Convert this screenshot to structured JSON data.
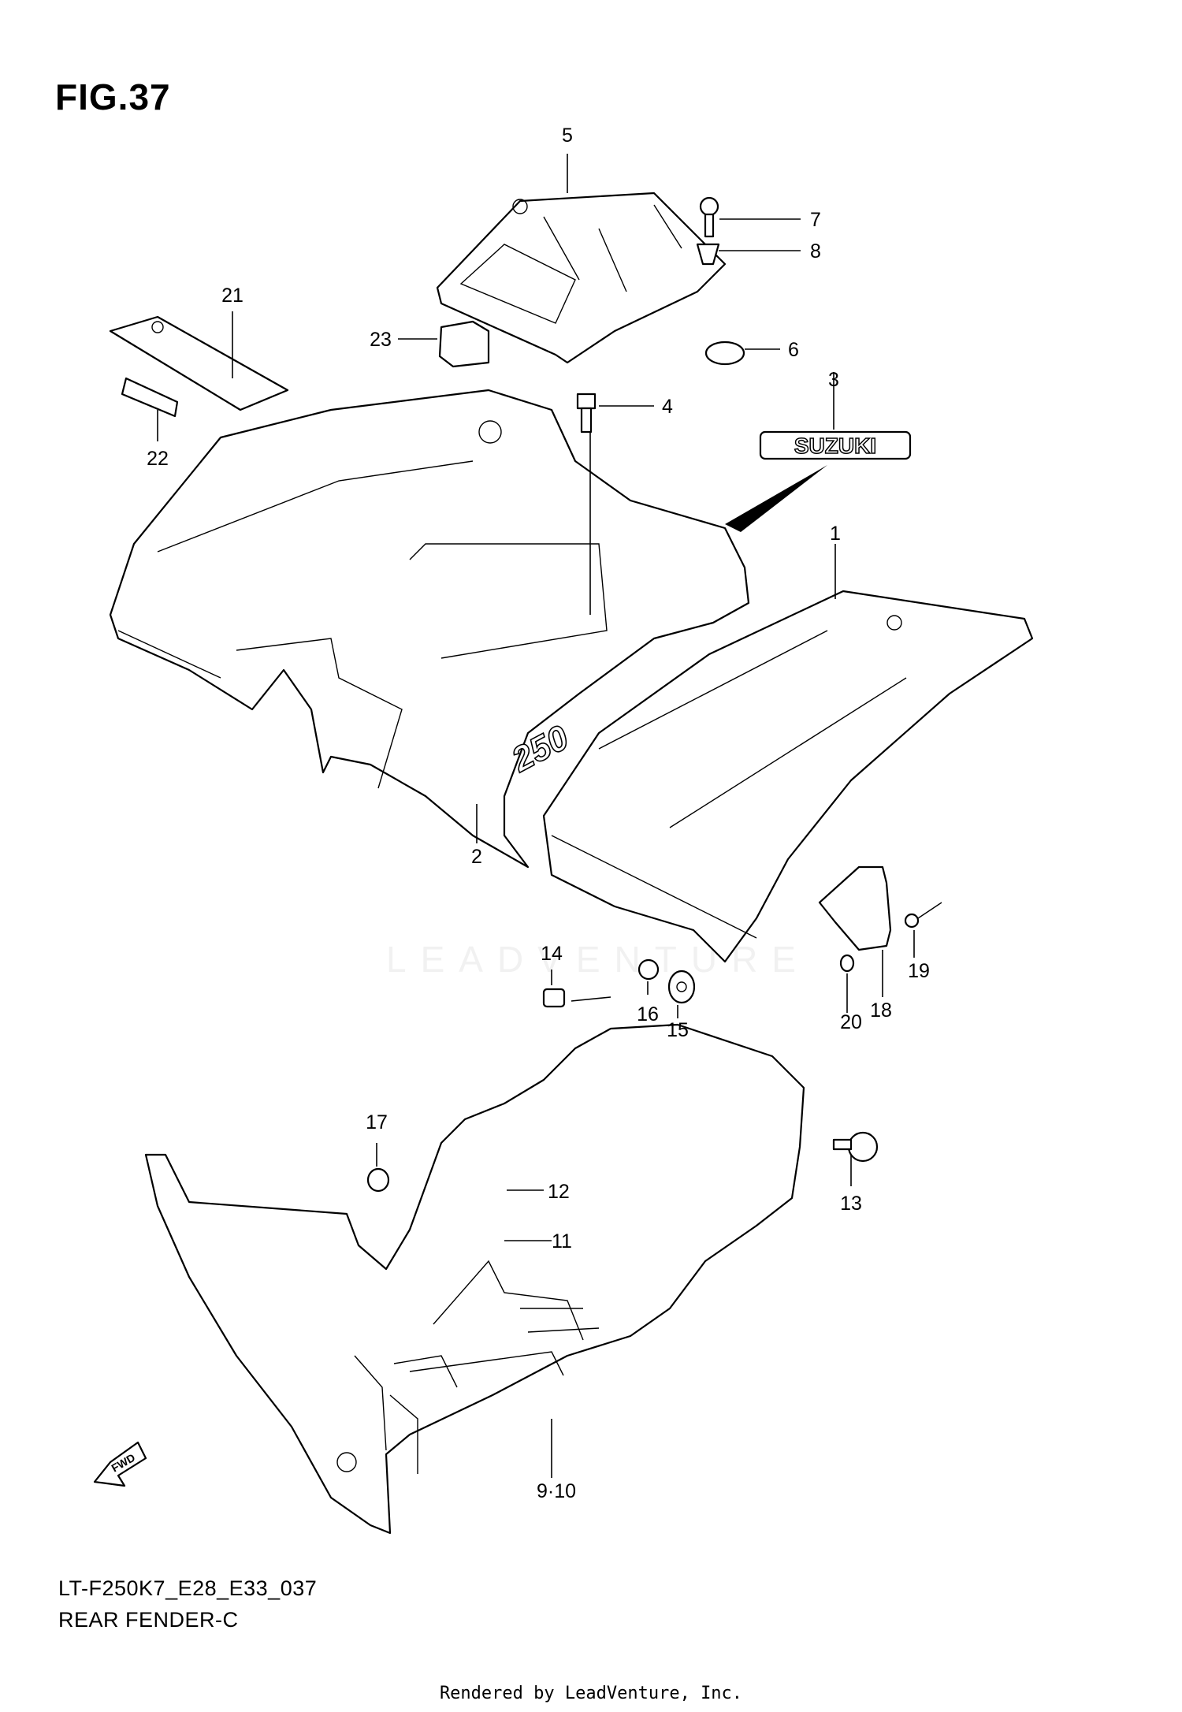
{
  "figure": {
    "title": "FIG.37",
    "code": "LT-F250K7_E28_E33_037",
    "subtitle": "REAR FENDER-C",
    "footer": "Rendered by LeadVenture, Inc.",
    "watermark": "LEADVENTURE"
  },
  "decal_text": "SUZUKI",
  "fender_badge_text": "250",
  "direction_label": "FWD",
  "callouts": [
    {
      "id": "c1",
      "label": "1"
    },
    {
      "id": "c2",
      "label": "2"
    },
    {
      "id": "c3",
      "label": "3"
    },
    {
      "id": "c4",
      "label": "4"
    },
    {
      "id": "c5",
      "label": "5"
    },
    {
      "id": "c6",
      "label": "6"
    },
    {
      "id": "c7",
      "label": "7"
    },
    {
      "id": "c8",
      "label": "8"
    },
    {
      "id": "c9",
      "label": "9·10"
    },
    {
      "id": "c11",
      "label": "11"
    },
    {
      "id": "c12",
      "label": "12"
    },
    {
      "id": "c13",
      "label": "13"
    },
    {
      "id": "c14",
      "label": "14"
    },
    {
      "id": "c15",
      "label": "15"
    },
    {
      "id": "c16",
      "label": "16"
    },
    {
      "id": "c17",
      "label": "17"
    },
    {
      "id": "c18",
      "label": "18"
    },
    {
      "id": "c19",
      "label": "19"
    },
    {
      "id": "c20",
      "label": "20"
    },
    {
      "id": "c21",
      "label": "21"
    },
    {
      "id": "c22",
      "label": "22"
    },
    {
      "id": "c23",
      "label": "23"
    }
  ]
}
